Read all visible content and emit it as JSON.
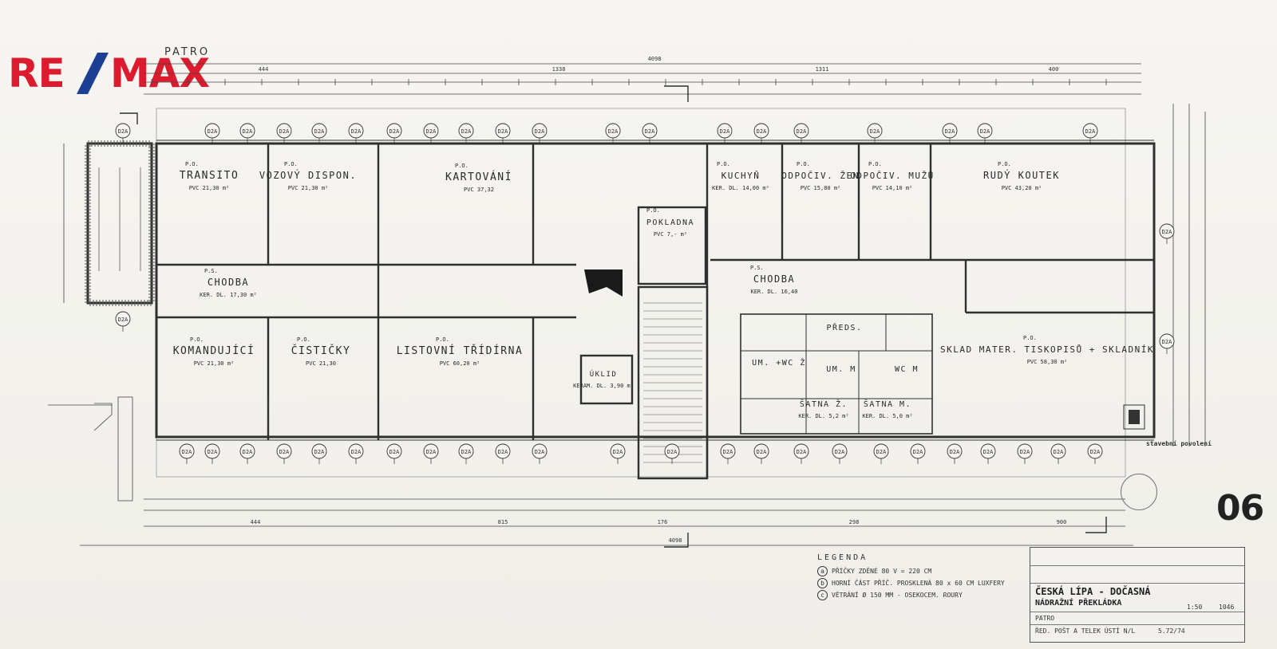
{
  "branding": {
    "logo_left": "RE",
    "logo_right": "MAX",
    "logo_floor": "PATRO",
    "brand_red": "#dc1c2e",
    "brand_blue": "#1c3f94"
  },
  "sheet_number": "06",
  "rooms": [
    {
      "type": "P.O.",
      "name": "TRANSITO",
      "area": "PVC 21,30 m²"
    },
    {
      "type": "P.O.",
      "name": "VOZOVÝ DISPON.",
      "area": "PVC 21,30 m²"
    },
    {
      "type": "P.O.",
      "name": "KARTOVÁNÍ",
      "area": "PVC 37,32"
    },
    {
      "type": "P.O.",
      "name": "POKLADNA",
      "area": "PVC 7,- m²"
    },
    {
      "type": "P.O.",
      "name": "KUCHYŇ",
      "area": "KER. DL. 14,00 m²"
    },
    {
      "type": "P.O.",
      "name": "ODPOČIV. ŽEN",
      "area": "PVC 15,80 m²"
    },
    {
      "type": "P.O.",
      "name": "ODPOČIV. MUŽŮ",
      "area": "PVC 14,10 m²"
    },
    {
      "type": "P.O.",
      "name": "RUDÝ KOUTEK",
      "area": "PVC 43,20 m²"
    },
    {
      "type": "P.S.",
      "name": "CHODBA",
      "area": "KER. DL. 17,30 m²"
    },
    {
      "type": "P.S.",
      "name": "CHODBA",
      "area": "KER. DL. 16,40"
    },
    {
      "type": "P.O.",
      "name": "KOMANDUJÍCÍ",
      "area": "PVC 21,30 m²"
    },
    {
      "type": "P.O.",
      "name": "ČISTIČKY",
      "area": "PVC 21,30"
    },
    {
      "type": "P.O.",
      "name": "LISTOVNÍ TŘÍDÍRNA",
      "area": "PVC 60,20 m²"
    },
    {
      "type": "",
      "name": "ÚKLID",
      "area": "KERAM. DL. 3,90 m²"
    },
    {
      "type": "P.O.",
      "name": "SKLAD MATER. TISKOPISŮ + SKLADNÍK",
      "area": "PVC 58,30 m²"
    },
    {
      "type": "",
      "name": "PŘEDS.",
      "area": ""
    },
    {
      "type": "",
      "name": "UM. +WC Ž",
      "area": ""
    },
    {
      "type": "",
      "name": "UM. M",
      "area": ""
    },
    {
      "type": "",
      "name": "WC M",
      "area": ""
    },
    {
      "type": "",
      "name": "ŠATNA Ž.",
      "area": "KER. DL. 5,2 m²"
    },
    {
      "type": "",
      "name": "ŠATNA M.",
      "area": "KER. DL. 5,0 m²"
    }
  ],
  "dimensions": {
    "total_width": "4098",
    "top_segments": [
      "444",
      "1338",
      "1311",
      "400"
    ],
    "bottom_segments": [
      "444",
      "815",
      "176",
      "298",
      "900"
    ]
  },
  "window_tag": "D2A",
  "legend": {
    "title": "LEGENDA",
    "items": [
      {
        "mark": "a",
        "text": "PŘÍČKY ZDĚNÉ 80 V = 220 CM"
      },
      {
        "mark": "b",
        "text": "HORNÍ ČÁST PŘÍČ. PROSKLENÁ 80 x 60 CM LUXFERY"
      },
      {
        "mark": "c",
        "text": "VĚTRÁNÍ Ø 150 MM - OSEKOCEM. ROURY"
      }
    ]
  },
  "title_block": {
    "line1": "ČESKÁ LÍPA - DOČASNÁ",
    "line2": "NÁDRAŽNÍ PŘEKLÁDKA",
    "floor": "PATRO",
    "scale": "1:50",
    "left_note": "ŘED. POŠT A TELEK ÚSTÍ N/L",
    "date": "5.72/74",
    "number": "1046"
  },
  "stamp": {
    "heading": "stavební povolení"
  },
  "colors": {
    "line": "#2f2f2f",
    "paper": "#f4f3ef"
  }
}
